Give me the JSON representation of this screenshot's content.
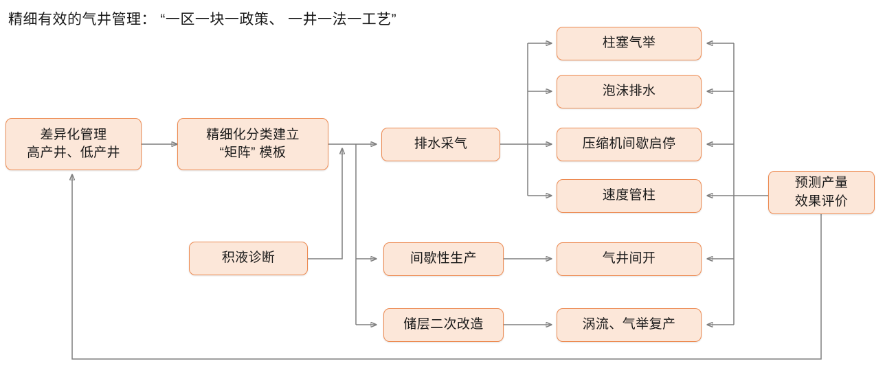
{
  "title": "精细有效的气井管理： “一区一块一政策、 一井一法一工艺”",
  "theme": {
    "node_fill": "#fce7d9",
    "node_border": "#ed8a51",
    "edge_color": "#7f7f7f",
    "text_color": "#1a1a1a",
    "background": "#ffffff"
  },
  "nodes": {
    "differentiated_management": "差异化管理\n高产井、低产井",
    "classification_matrix": "精细化分类建立\n“矩阵” 模板",
    "liquid_loading_diagnosis": "积液诊断",
    "drainage_gas_recovery": "排水采气",
    "intermittent_production": "间歇性生产",
    "reservoir_restimulation": "储层二次改造",
    "plunger_lift": "柱塞气举",
    "foam_drainage": "泡沫排水",
    "compressor_intermittent": "压缩机间歇启停",
    "velocity_string": "速度管柱",
    "well_intermittent_open": "气井间开",
    "vortex_gaslift_restore": "涡流、气举复产",
    "production_forecast_evaluation": "预测产量\n效果评价"
  }
}
